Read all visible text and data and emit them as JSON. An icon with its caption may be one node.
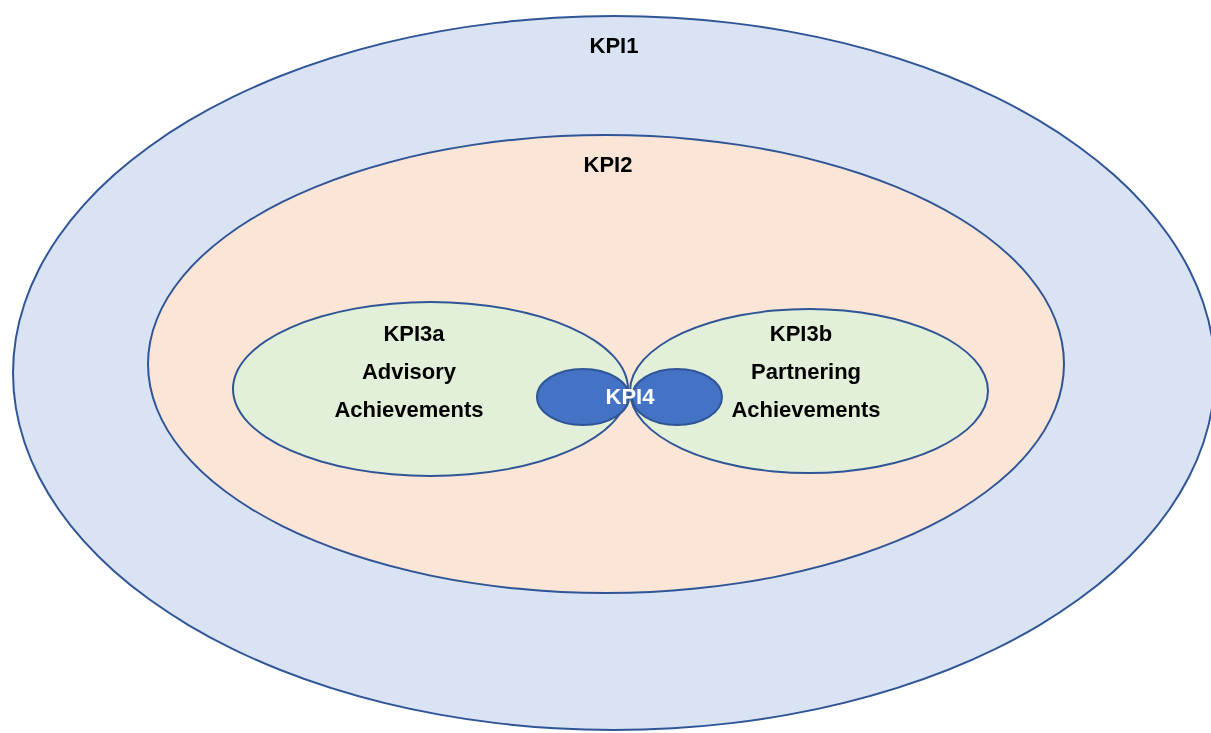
{
  "diagram": {
    "nodes": [
      {
        "text": [
          "KPI1"
        ]
      },
      {
        "text": [
          "KPI2"
        ],
        "in": 0
      },
      {
        "text": [
          "KPI3a",
          "Advisory Achievements"
        ],
        "in": 1
      },
      {
        "text": [
          "KPI3b",
          "Partnering Achievements"
        ],
        "in": 1
      },
      {
        "text": [
          "KPI4"
        ],
        "in": 1
      }
    ]
  }
}
